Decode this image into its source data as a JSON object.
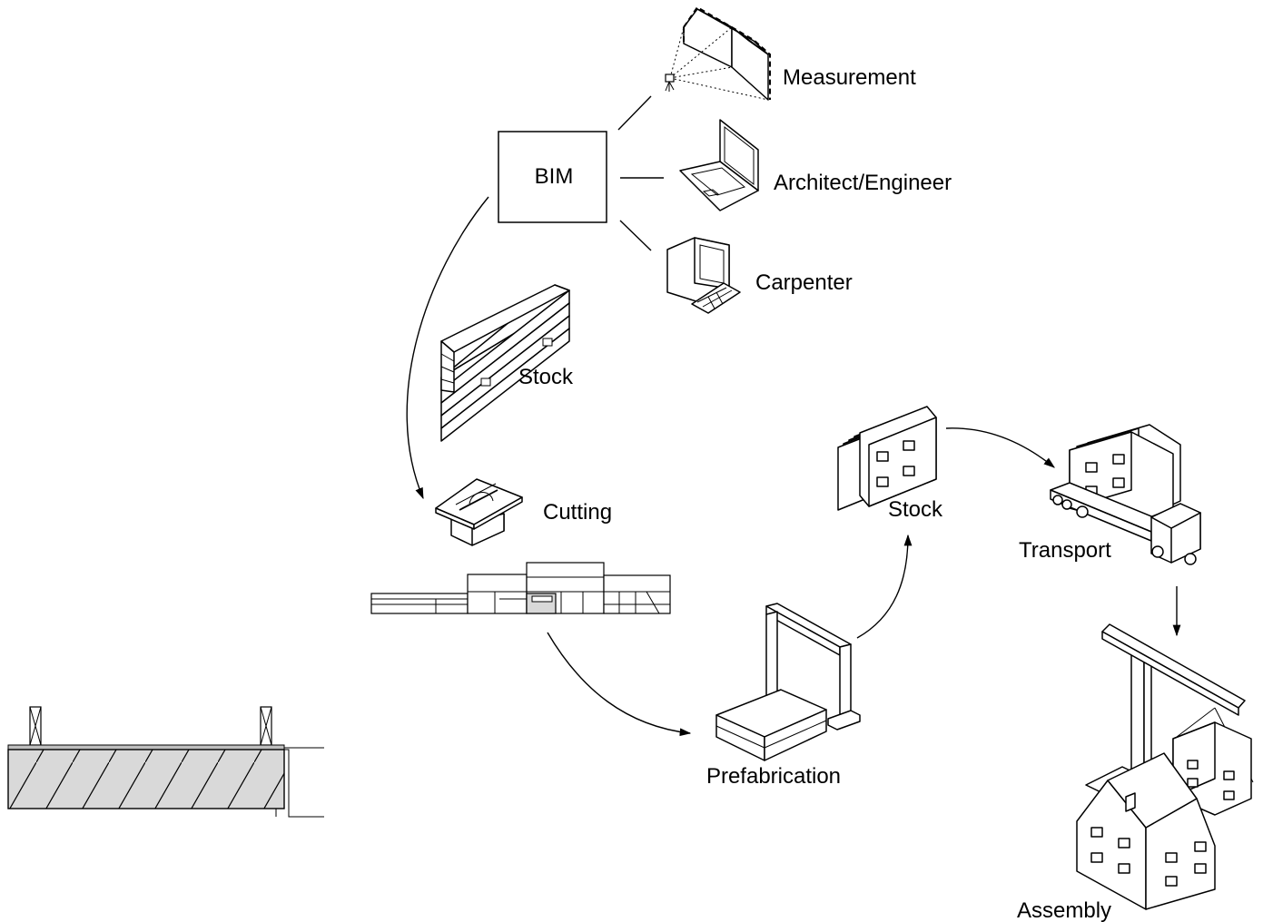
{
  "diagram": {
    "nodes": {
      "bim": "BIM",
      "measurement": "Measurement",
      "architect": "Architect/Engineer",
      "carpenter": "Carpenter",
      "stock_lumber": "Stock",
      "cutting": "Cutting",
      "prefabrication": "Prefabrication",
      "stock_panels": "Stock",
      "transport": "Transport",
      "assembly": "Assembly"
    }
  }
}
